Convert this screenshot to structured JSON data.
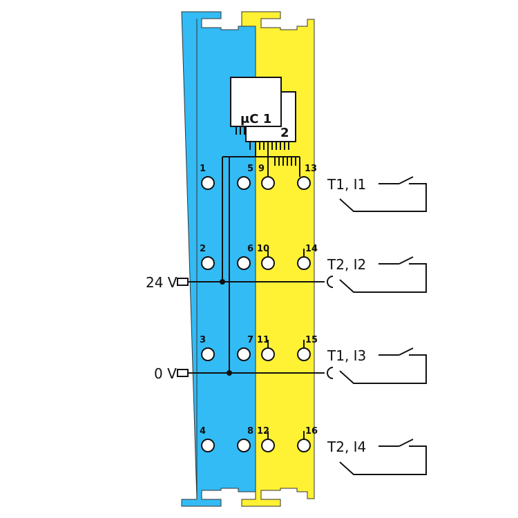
{
  "colors": {
    "blue": "#33bbf5",
    "yellow": "#fff133"
  },
  "chips": {
    "c1": "μC 1",
    "c2": "2"
  },
  "terminals": {
    "t1": "1",
    "t2": "2",
    "t3": "3",
    "t4": "4",
    "t5": "5",
    "t6": "6",
    "t7": "7",
    "t8": "8",
    "t9": "9",
    "t10": "10",
    "t11": "11",
    "t12": "12",
    "t13": "13",
    "t14": "14",
    "t15": "15",
    "t16": "16"
  },
  "supply": {
    "v24": "24 V",
    "v0": "0 V"
  },
  "inputs": [
    "T1, I1",
    "T2, I2",
    "T1, I3",
    "T2, I4"
  ]
}
